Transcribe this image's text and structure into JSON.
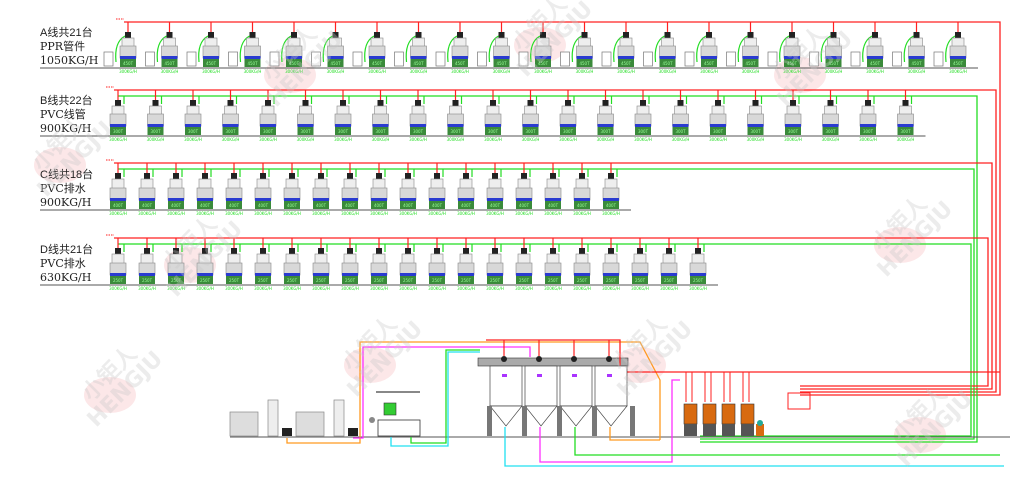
{
  "watermark": {
    "cn": "小钜人",
    "en": "HENGJU"
  },
  "lines": [
    {
      "id": "A",
      "title": "A线共21台",
      "product": "PPR管件",
      "rate": "1050KG/H",
      "count": 21,
      "unit_tag": "450T",
      "unit_rate": "300KG/H",
      "has_side_box": true
    },
    {
      "id": "B",
      "title": "B线共22台",
      "product": "PVC线管",
      "rate": "900KG/H",
      "count": 22,
      "unit_tag": "300T",
      "unit_rate": "300KG/H",
      "has_side_box": false
    },
    {
      "id": "C",
      "title": "C线共18台",
      "product": "PVC排水",
      "rate": "900KG/H",
      "count": 18,
      "unit_tag": "400T",
      "unit_rate": "300KG/H",
      "has_side_box": false
    },
    {
      "id": "D",
      "title": "D线共21台",
      "product": "PVC排水",
      "rate": "630KG/H",
      "count": 21,
      "unit_tag": "250T",
      "unit_rate": "300KG/H",
      "has_side_box": false
    }
  ],
  "colors": {
    "vacuum": "#ff2020",
    "feed": "#22dd22",
    "orange": "#ff9a20",
    "magenta": "#ff30ff",
    "cyan": "#20e0f0",
    "unit_body": "#d8d8d8",
    "unit_band": "#2a3bd0",
    "unit_base": "#3a8a3a",
    "station": "#d86a10"
  },
  "central": {
    "silo_count": 4,
    "dryer_count": 4,
    "crusher_count": 2
  }
}
